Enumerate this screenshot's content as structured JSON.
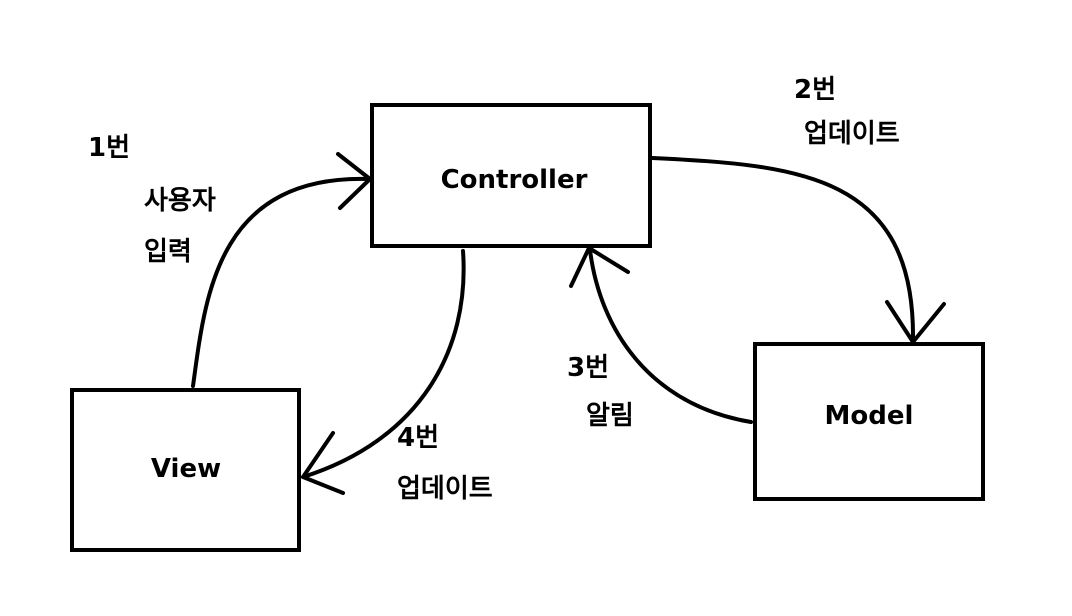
{
  "nodes": {
    "controller": "Controller",
    "view": "View",
    "model": "Model"
  },
  "annotations": {
    "a1_num": "1번",
    "a1_line1": "사용자",
    "a1_line2": "입력",
    "a2_num": "2번",
    "a2_line1": "업데이트",
    "a3_num": "3번",
    "a3_line1": "알림",
    "a4_num": "4번",
    "a4_line1": "업데이트"
  },
  "colors": {
    "stroke": "#000000",
    "background": "#ffffff"
  }
}
